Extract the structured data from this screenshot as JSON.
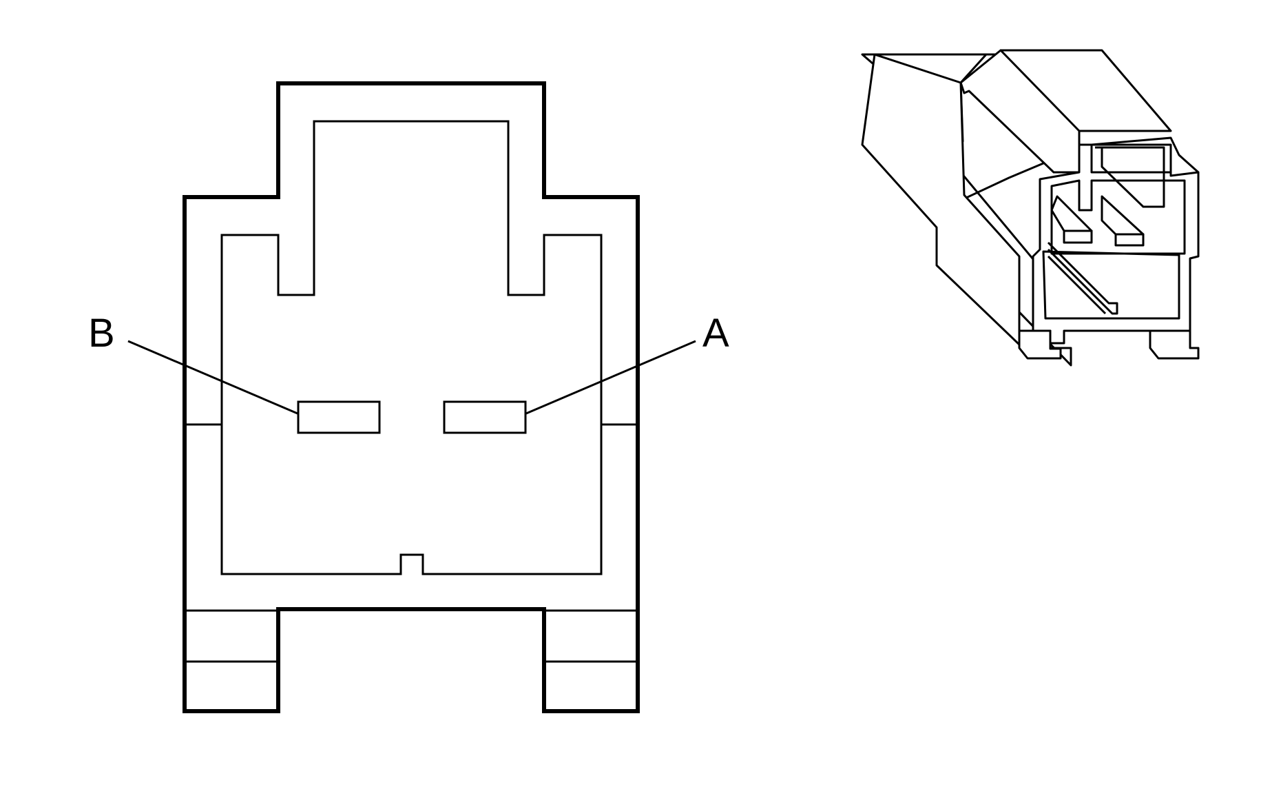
{
  "pins": [
    {
      "id": "pin-a",
      "label": "A"
    },
    {
      "id": "pin-b",
      "label": "B"
    }
  ],
  "colors": {
    "line": "#000000",
    "background": "#ffffff"
  }
}
